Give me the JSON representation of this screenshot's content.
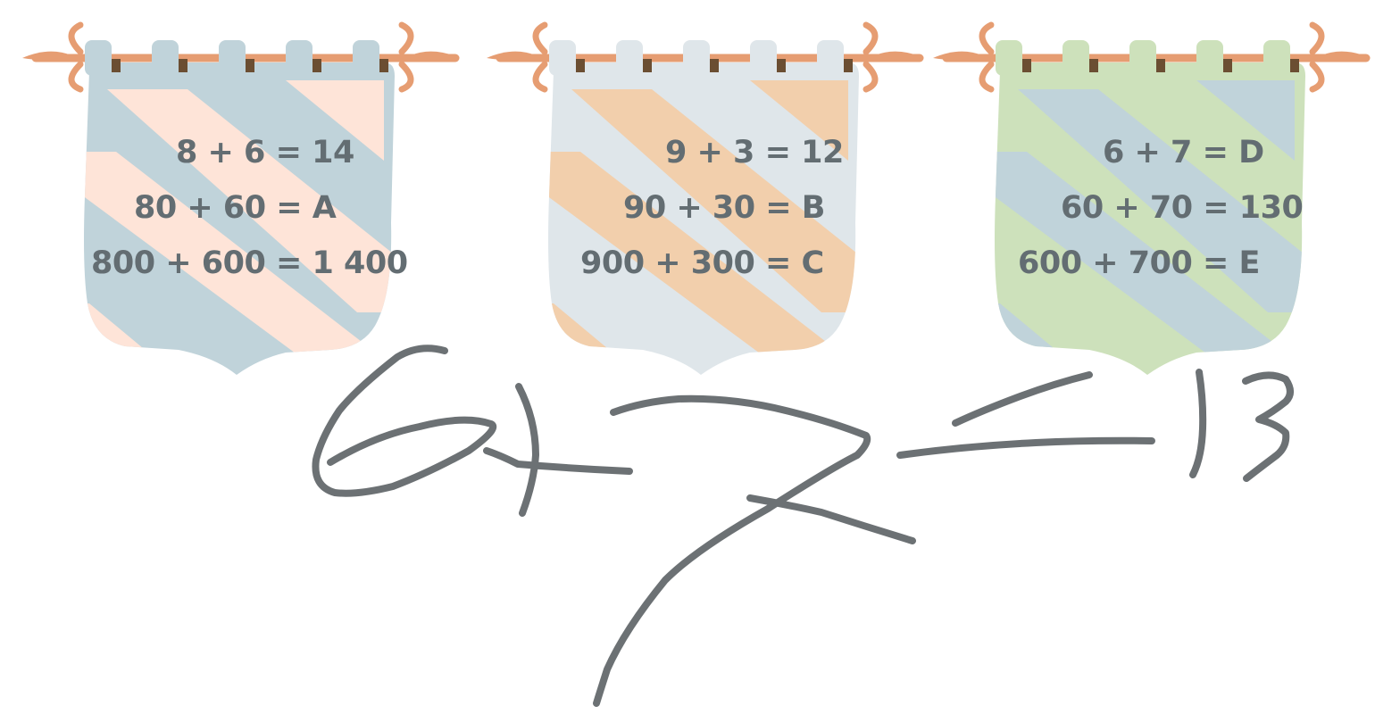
{
  "banners": [
    {
      "colors": {
        "cloth": "#c0d3da",
        "stripe": "#fee4d8"
      },
      "equations": [
        "8 + 6 = 14",
        "80 + 60 = A",
        "800 + 600 = 1 400"
      ]
    },
    {
      "colors": {
        "cloth": "#dfe6ea",
        "stripe": "#f2cfac"
      },
      "equations": [
        "9 + 3 = 12",
        "90 + 30 = B",
        "900 + 300 = C"
      ]
    },
    {
      "colors": {
        "cloth": "#cde1bb",
        "stripe": "#c0d3da"
      },
      "equations": [
        "6 + 7 = D",
        "60 + 70 = 130",
        "600 + 700 = E"
      ]
    }
  ],
  "rod_colors": {
    "rod": "#e69d72",
    "peg": "#6b4e32"
  },
  "handwriting": {
    "text": "6+7=13",
    "ink_color": "#6c7174"
  }
}
